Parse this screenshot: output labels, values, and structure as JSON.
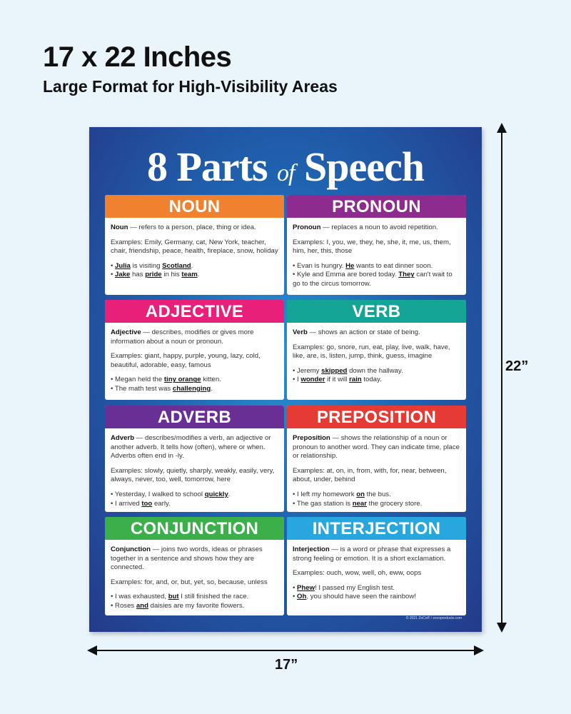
{
  "header": {
    "title": "17 x 22 Inches",
    "subtitle": "Large Format for High-Visibility Areas"
  },
  "poster": {
    "title_pre": "8 Parts",
    "title_mid": "of",
    "title_post": "Speech",
    "footer": "© 2021 ZoCo® / zocoproducts.com",
    "cards": [
      {
        "label": "NOUN",
        "color": "#f0822f",
        "term": "Noun",
        "def": " — refers to a person, place, thing or idea.",
        "examples": "Examples: Emily, Germany, cat, New York, teacher, chair, friendship, peace, health, fireplace, snow, holiday",
        "sentences": [
          [
            [
              "• ",
              0
            ],
            [
              "Julia",
              1
            ],
            [
              " is visiting ",
              0
            ],
            [
              "Scotland",
              1
            ],
            [
              ".",
              0
            ]
          ],
          [
            [
              "• ",
              0
            ],
            [
              "Jake",
              1
            ],
            [
              " has ",
              0
            ],
            [
              "pride",
              1
            ],
            [
              " in his ",
              0
            ],
            [
              "team",
              1
            ],
            [
              ".",
              0
            ]
          ]
        ]
      },
      {
        "label": "PRONOUN",
        "color": "#8e2b8f",
        "term": "Pronoun",
        "def": " — replaces a noun to avoid repetition.",
        "examples": "Examples: I, you, we, they, he, she, it, me, us, them, him, her, this, those",
        "sentences": [
          [
            [
              "• Evan is hungry. ",
              0
            ],
            [
              "He",
              1
            ],
            [
              " wants to eat dinner soon.",
              0
            ]
          ],
          [
            [
              "• Kyle and Emma are bored today. ",
              0
            ],
            [
              "They",
              1
            ],
            [
              " can't wait to go to the circus tomorrow.",
              0
            ]
          ]
        ]
      },
      {
        "label": "ADJECTIVE",
        "color": "#e8207a",
        "term": "Adjective",
        "def": " — describes, modifies or gives more information about a noun or pronoun.",
        "examples": "Examples: giant, happy, purple, young, lazy, cold, beautiful, adorable, easy, famous",
        "sentences": [
          [
            [
              "• Megan held the ",
              0
            ],
            [
              "tiny orange",
              1
            ],
            [
              " kitten.",
              0
            ]
          ],
          [
            [
              "• The math test was ",
              0
            ],
            [
              "challenging",
              1
            ],
            [
              ".",
              0
            ]
          ]
        ]
      },
      {
        "label": "VERB",
        "color": "#15a596",
        "term": "Verb",
        "def": " — shows an action or state of being.",
        "examples": "Examples: go, snore, run, eat, play, live, walk, have, like, are, is, listen, jump, think, guess, imagine",
        "sentences": [
          [
            [
              "• Jeremy ",
              0
            ],
            [
              "skipped",
              1
            ],
            [
              " down the hallway.",
              0
            ]
          ],
          [
            [
              "• I ",
              0
            ],
            [
              "wonder",
              1
            ],
            [
              " if it will ",
              0
            ],
            [
              "rain",
              1
            ],
            [
              " today.",
              0
            ]
          ]
        ]
      },
      {
        "label": "ADVERB",
        "color": "#6a2f94",
        "term": "Adverb",
        "def": " — describes/modifies a verb, an adjective or another adverb. It tells how (often), where or when. Adverbs often end in -ly.",
        "examples": "Examples: slowly, quietly, sharply, weakly, easily, very, always, never, too, well, tomorrow, here",
        "sentences": [
          [
            [
              "• Yesterday, I walked to school ",
              0
            ],
            [
              "quickly",
              1
            ],
            [
              ".",
              0
            ]
          ],
          [
            [
              "• I arrived ",
              0
            ],
            [
              "too",
              1
            ],
            [
              " early.",
              0
            ]
          ]
        ]
      },
      {
        "label": "PREPOSITION",
        "color": "#e63b34",
        "term": "Preposition",
        "def": " — shows the relationship of a noun or pronoun to another word. They can indicate time, place or relationship.",
        "examples": "Examples: at, on, in, from, with, for, near, between, about, under, behind",
        "sentences": [
          [
            [
              "• I left my homework ",
              0
            ],
            [
              "on",
              1
            ],
            [
              " the bus.",
              0
            ]
          ],
          [
            [
              "• The gas station is ",
              0
            ],
            [
              "near",
              1
            ],
            [
              " the grocery store.",
              0
            ]
          ]
        ]
      },
      {
        "label": "CONJUNCTION",
        "color": "#3bb04a",
        "term": "Conjunction",
        "def": " — joins two words, ideas or phrases together in a sentence and shows how they are connected.",
        "examples": "Examples: for, and, or, but, yet, so, because, unless",
        "sentences": [
          [
            [
              "• I was exhausted, ",
              0
            ],
            [
              "but",
              1
            ],
            [
              " I still finished the race.",
              0
            ]
          ],
          [
            [
              "• Roses ",
              0
            ],
            [
              "and",
              1
            ],
            [
              " daisies are my favorite flowers.",
              0
            ]
          ]
        ]
      },
      {
        "label": "INTERJECTION",
        "color": "#27a7de",
        "term": "Interjection",
        "def": " — is a word or phrase that expresses a strong feeling or emotion. It is a short exclamation.",
        "examples": "Examples: ouch, wow, well, oh, eww, oops",
        "sentences": [
          [
            [
              "• ",
              0
            ],
            [
              "Phew",
              1
            ],
            [
              "! I passed my English test.",
              0
            ]
          ],
          [
            [
              "• ",
              0
            ],
            [
              "Oh",
              1
            ],
            [
              ", you should have seen the rainbow!",
              0
            ]
          ]
        ]
      }
    ]
  },
  "dimensions": {
    "height": "22”",
    "width": "17”"
  }
}
